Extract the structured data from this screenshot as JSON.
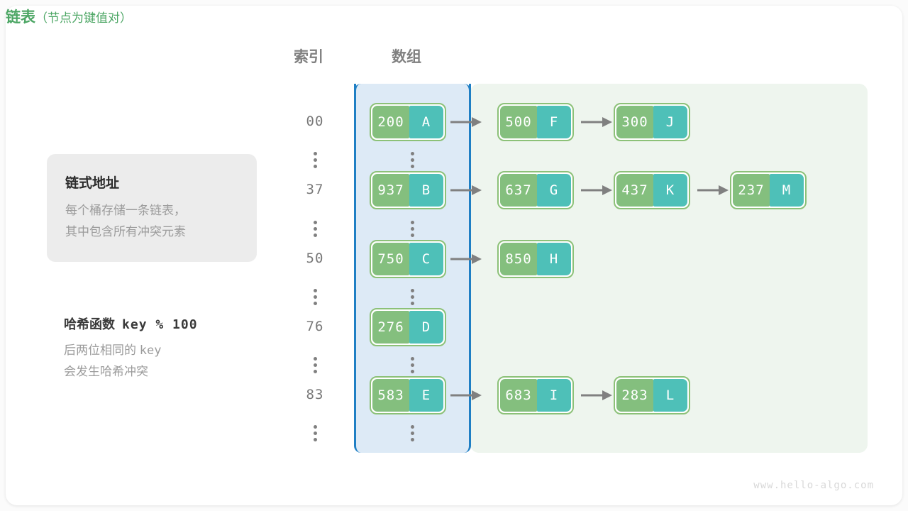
{
  "headers": {
    "index": "索引",
    "array": "数组",
    "list_main": "链表",
    "list_sub": "（节点为键值对）"
  },
  "infobox": {
    "title": "链式地址",
    "line1": "每个桶存储一条链表，",
    "line2": "其中包含所有冲突元素"
  },
  "note": {
    "title_label": "哈希函数",
    "title_expr": "key % 100",
    "line1_text": "后两位相同的",
    "line1_mono": "key",
    "line2": "会发生哈希冲突"
  },
  "colors": {
    "key_green": "#84bf7e",
    "val_teal": "#4ec0b8",
    "node_border": "#8cc178",
    "array_border": "#1f7fc4",
    "array_fill": "#ddeaf6",
    "list_fill": "#eef5ee",
    "heading_gray": "#808080",
    "heading_green": "#4ca664",
    "arrow_gray": "#808080"
  },
  "buckets": [
    {
      "index": "00",
      "array_node": {
        "key": "200",
        "value": "A"
      },
      "chain": [
        {
          "key": "500",
          "value": "F"
        },
        {
          "key": "300",
          "value": "J"
        }
      ]
    },
    {
      "index": "37",
      "array_node": {
        "key": "937",
        "value": "B"
      },
      "chain": [
        {
          "key": "637",
          "value": "G"
        },
        {
          "key": "437",
          "value": "K"
        },
        {
          "key": "237",
          "value": "M"
        }
      ]
    },
    {
      "index": "50",
      "array_node": {
        "key": "750",
        "value": "C"
      },
      "chain": [
        {
          "key": "850",
          "value": "H"
        }
      ]
    },
    {
      "index": "76",
      "array_node": {
        "key": "276",
        "value": "D"
      },
      "chain": []
    },
    {
      "index": "83",
      "array_node": {
        "key": "583",
        "value": "E"
      },
      "chain": [
        {
          "key": "683",
          "value": "I"
        },
        {
          "key": "283",
          "value": "L"
        }
      ]
    }
  ],
  "ellipsis_icon": "vertical-dots-icon",
  "watermark": "www.hello-algo.com"
}
